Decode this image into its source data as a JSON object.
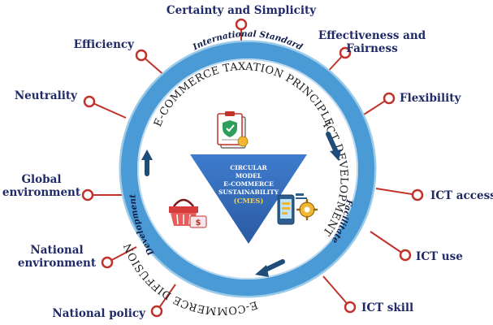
{
  "outer_labels": [
    {
      "id": "certainty",
      "text": "Certainty and Simplicity"
    },
    {
      "id": "effectiveness",
      "lines": [
        "Effectiveness and",
        "Fairness"
      ]
    },
    {
      "id": "flexibility",
      "text": "Flexibility"
    },
    {
      "id": "efficiency",
      "text": "Efficiency"
    },
    {
      "id": "neutrality",
      "text": "Neutrality"
    },
    {
      "id": "global",
      "lines": [
        "Global",
        "environment"
      ]
    },
    {
      "id": "national-env",
      "lines": [
        "National",
        "environment"
      ]
    },
    {
      "id": "national-policy",
      "text": "National policy"
    },
    {
      "id": "ict-access",
      "text": "ICT access"
    },
    {
      "id": "ict-use",
      "text": "ICT use"
    },
    {
      "id": "ict-skill",
      "text": "ICT skill"
    }
  ],
  "band": {
    "top": "International Standard",
    "right": "Facilitate",
    "left": "Development"
  },
  "ring_sections": {
    "top": "E-COMMERCE TAXATION PRINCIPLE",
    "right": "ICT DEVELOPMENT",
    "bottom": "E-COMMERCE DIFFUSION"
  },
  "center": {
    "lines": [
      "CIRCULAR",
      "MODEL",
      "E-COMMERCE",
      "SUSTAINABILITY"
    ],
    "acronym": "(CMES)"
  },
  "colors": {
    "band_blue": "#4a9ad6",
    "connector_red": "#c0332b",
    "triangle_blue": "#3a70c0",
    "arrow_navy": "#1f4d7a",
    "label_navy": "#1f2a66"
  },
  "icons": [
    "tax-document-icon",
    "mobile-gear-icon",
    "shopping-basket-icon"
  ]
}
